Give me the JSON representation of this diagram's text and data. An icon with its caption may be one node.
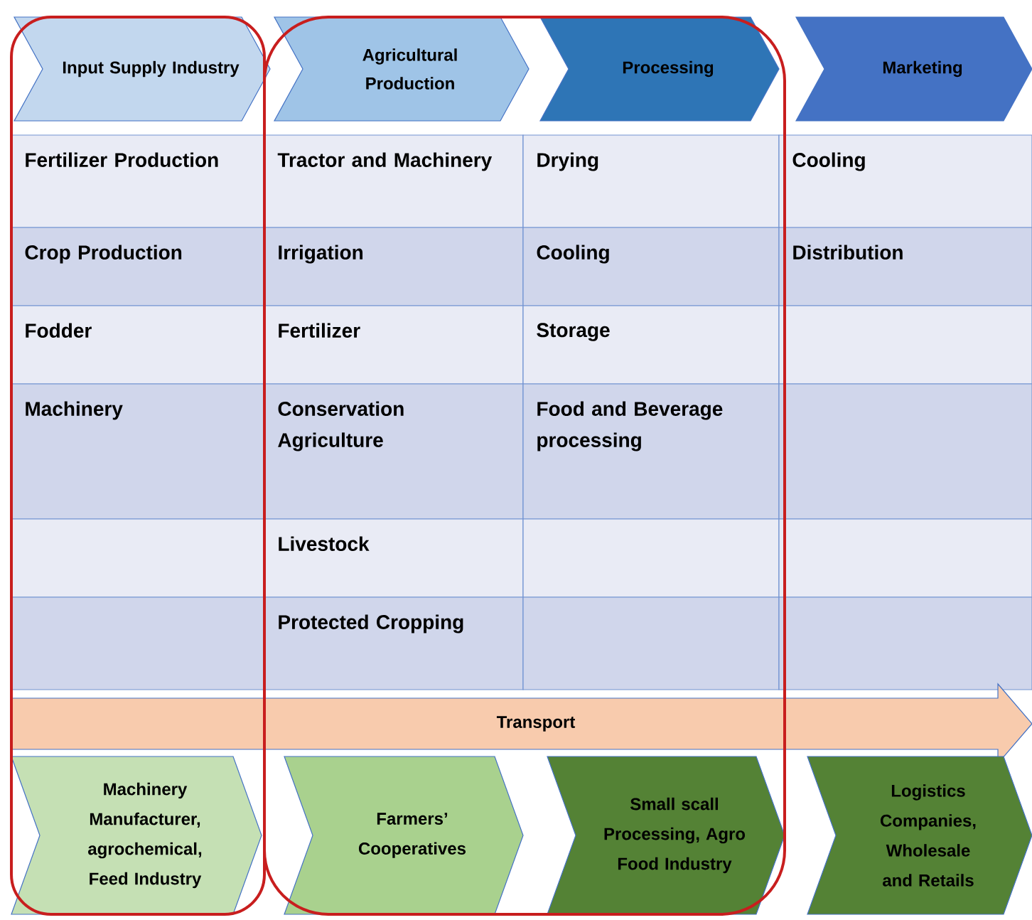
{
  "diagram": {
    "nodes": [
      {
        "text": [
          "Input Supply Industry"
        ]
      },
      {
        "text": [
          "Agricultural Production"
        ]
      },
      {
        "text": [
          "Processing"
        ]
      },
      {
        "text": [
          "Marketing"
        ]
      },
      {
        "text": [
          "Transport"
        ]
      },
      {
        "text": [
          "Machinery Manufacturer, agrochemical, Feed Industry"
        ]
      },
      {
        "text": [
          "Farmers’ Cooperatives"
        ]
      },
      {
        "text": [
          "Small scall Processing, Agro Food Industry"
        ]
      },
      {
        "text": [
          "Logistics Companies, Wholesale and Retails"
        ]
      }
    ],
    "labels": [
      "Fertilizer Production",
      "Tractor and Machinery",
      "Drying",
      "Cooling",
      "Crop Production",
      "Irrigation",
      "Cooling",
      "Distribution",
      "Fodder",
      "Fertilizer",
      "Storage",
      "Machinery",
      "Conservation Agriculture",
      "Food and Beverage processing",
      "Livestock",
      "Protected Cropping"
    ]
  }
}
